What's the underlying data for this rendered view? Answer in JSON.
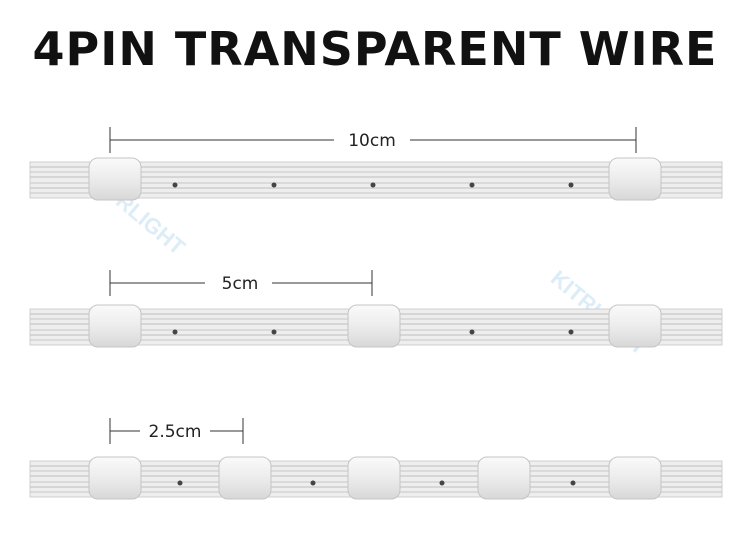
{
  "title": "4PIN TRANSPARENT WIRE",
  "watermark": "KITRLIGHT",
  "strips": [
    {
      "spacing_label": "10cm",
      "spacing_cm": 10
    },
    {
      "spacing_label": "5cm",
      "spacing_cm": 5
    },
    {
      "spacing_label": "2.5cm",
      "spacing_cm": 2.5
    }
  ],
  "colors": {
    "wire": "#d9d9d9",
    "bead": "#f2f2f2",
    "text": "#111111"
  }
}
